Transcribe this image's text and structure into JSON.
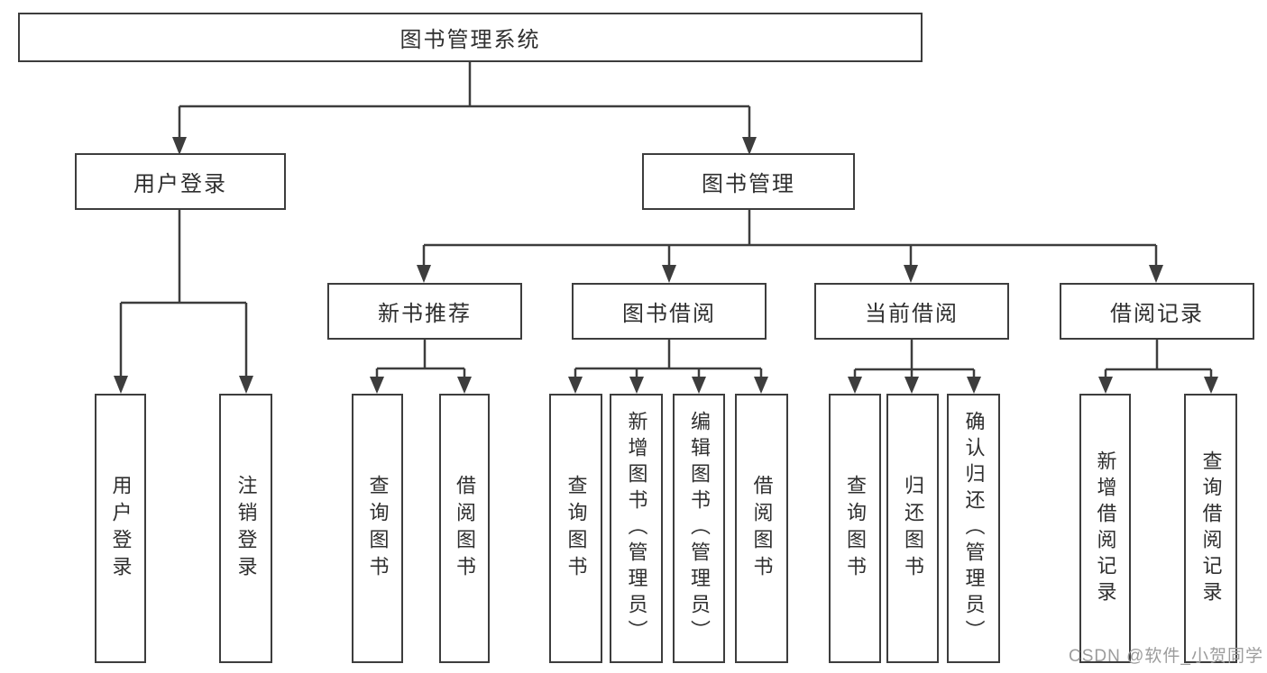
{
  "diagram": {
    "root": {
      "label": "图书管理系统"
    },
    "branches": [
      {
        "label": "用户登录",
        "children": [
          {
            "label": "用户登录"
          },
          {
            "label": "注销登录"
          }
        ]
      },
      {
        "label": "图书管理",
        "children": [
          {
            "label": "新书推荐",
            "children": [
              {
                "label": "查询图书"
              },
              {
                "label": "借阅图书"
              }
            ]
          },
          {
            "label": "图书借阅",
            "children": [
              {
                "label": "查询图书"
              },
              {
                "label": "新增图书（管理员）"
              },
              {
                "label": "编辑图书（管理员）"
              },
              {
                "label": "借阅图书"
              }
            ]
          },
          {
            "label": "当前借阅",
            "children": [
              {
                "label": "查询图书"
              },
              {
                "label": "归还图书"
              },
              {
                "label": "确认归还（管理员）"
              }
            ]
          },
          {
            "label": "借阅记录",
            "children": [
              {
                "label": "新增借阅记录"
              },
              {
                "label": "查询借阅记录"
              }
            ]
          }
        ]
      }
    ]
  },
  "watermark": {
    "text": "CSDN @软件_小贺同学"
  },
  "colors": {
    "line": "#3d3d3d",
    "text": "#2f2f2f",
    "watermark": "#9c9c9c",
    "bg": "#ffffff"
  }
}
